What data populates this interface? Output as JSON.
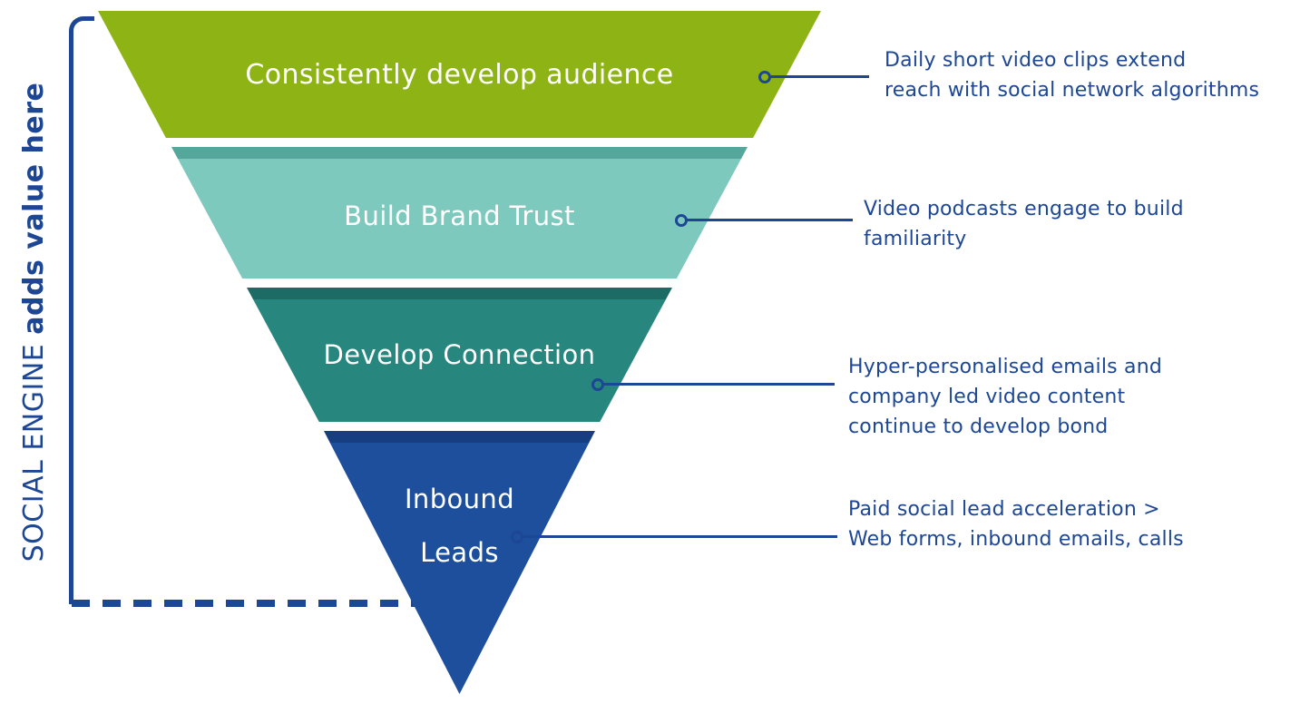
{
  "colors": {
    "tier1": "#8db414",
    "tier2": "#7ec9bd",
    "tier2_band": "#56a79b",
    "tier3": "#27867e",
    "tier3_band": "#1c6b65",
    "tier4": "#1e4f9c",
    "tier4_band": "#173e80",
    "accent": "#1d4795"
  },
  "side_label": {
    "prefix": "SOCIAL ENGINE ",
    "bold": "adds value here"
  },
  "funnel": {
    "tiers": [
      {
        "label": "Consistently develop audience"
      },
      {
        "label": "Build Brand Trust"
      },
      {
        "label": "Develop Connection"
      },
      {
        "label": "Inbound\nLeads"
      }
    ]
  },
  "annotations": [
    {
      "text": "Daily short video clips extend\nreach with social network algorithms"
    },
    {
      "text": "Video podcasts engage to build\nfamiliarity"
    },
    {
      "text": "Hyper-personalised emails and\ncompany led video content\ncontinue to develop bond"
    },
    {
      "text": "Paid social lead acceleration >\nWeb forms, inbound emails, calls"
    }
  ]
}
